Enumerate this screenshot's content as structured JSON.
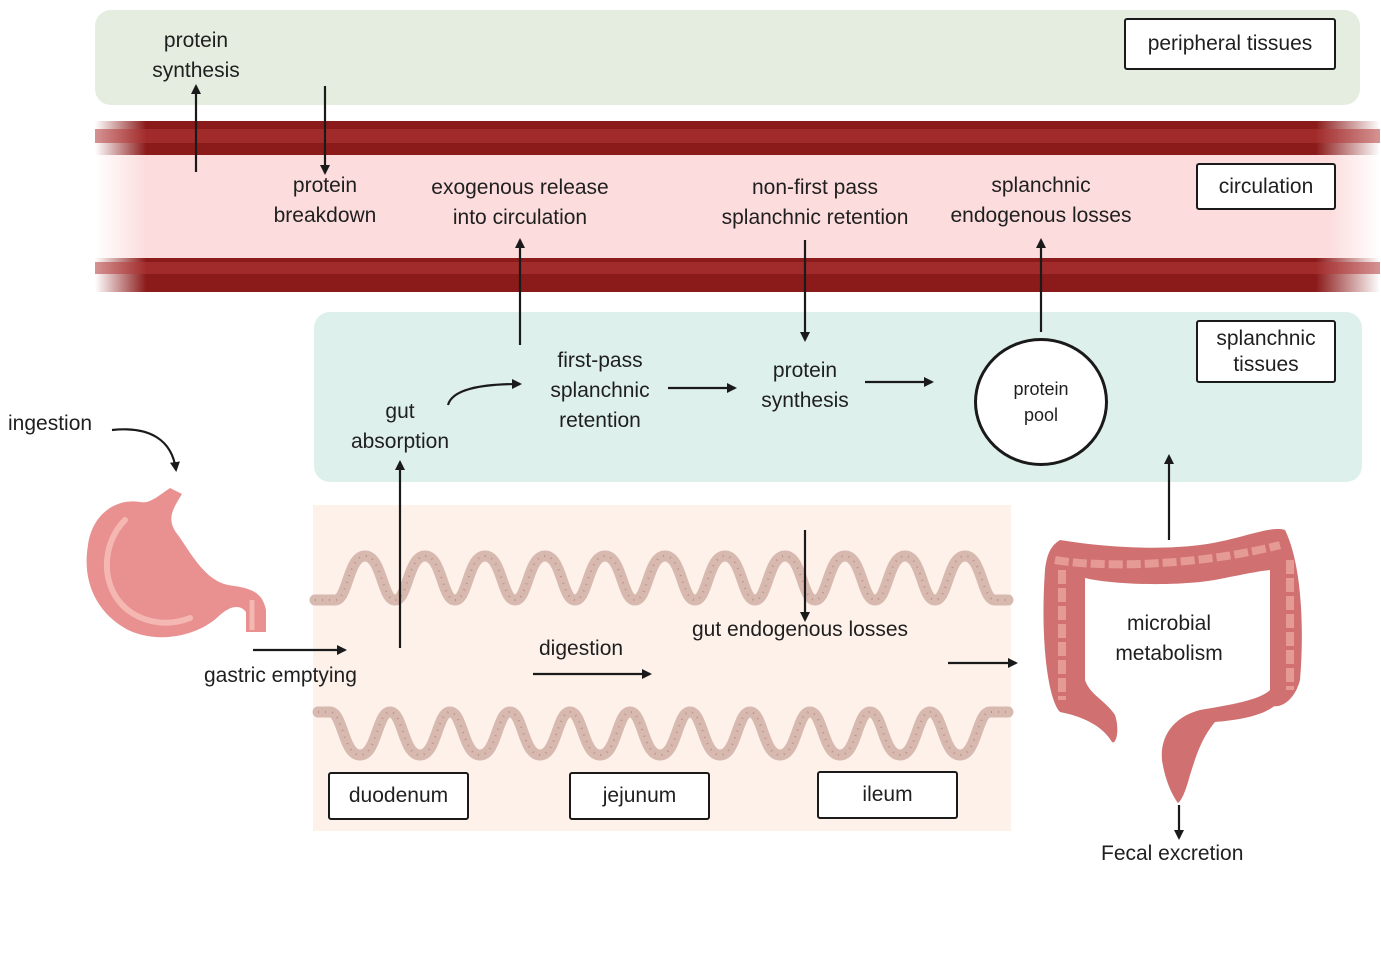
{
  "labels": {
    "peripheral_tissues": "peripheral tissues",
    "circulation": "circulation",
    "splanchnic_tissues": "splanchnic tissues",
    "peripheral_protein_synthesis": "protein synthesis",
    "protein_breakdown": "protein breakdown",
    "exogenous_release": "exogenous release into circulation",
    "non_first_pass": "non-first pass splanchnic retention",
    "splanchnic_endogenous_losses": "splanchnic endogenous losses",
    "ingestion": "ingestion",
    "gut_absorption": "gut absorption",
    "first_pass": "first-pass splanchnic retention",
    "splanchnic_protein_synthesis": "protein synthesis",
    "protein_pool": "protein pool",
    "gastric_emptying": "gastric emptying",
    "digestion": "digestion",
    "gut_endogenous_losses": "gut endogenous losses",
    "microbial_metabolism": "microbial metabolism",
    "fecal_excretion": "Fecal excretion",
    "duodenum": "duodenum",
    "jejunum": "jejunum",
    "ileum": "ileum"
  },
  "colors": {
    "peripheral_band": "#e4eddf",
    "circulation_inner": "#fcdcdc",
    "vessel_wall": "#8b1a1a",
    "splanchnic_band": "#def0ec",
    "intestine_band": "#fdf1ea",
    "villi": "#d7b9b0",
    "organ": "#e99090"
  }
}
